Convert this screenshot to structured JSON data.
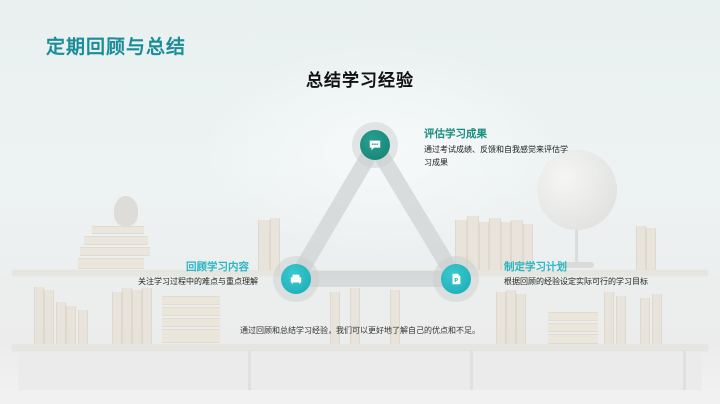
{
  "page": {
    "title": "定期回顾与总结",
    "section_title": "总结学习经验"
  },
  "nodes": [
    {
      "position": "top",
      "icon": "chat-bubble-icon",
      "title": "评估学习成果",
      "description": "通过考试成绩、反馈和自我感觉来评估学习成果"
    },
    {
      "position": "bottom-left",
      "icon": "sofa-icon",
      "title": "回顾学习内容",
      "description": "关注学习过程中的难点与重点理解"
    },
    {
      "position": "bottom-right",
      "icon": "document-icon",
      "title": "制定学习计划",
      "description": "根据回顾的经验设定实际可行的学习目标"
    }
  ],
  "summary": "通过回顾和总结学习经验，我们可以更好地了解自己的优点和不足。",
  "colors": {
    "title": "#1a8d98",
    "node_top": "#178a7d",
    "node_bottom": "#20b2bc",
    "label_top": "#1a8d80",
    "label_bottom": "#2bb6c3",
    "connector": "#d6d9d9"
  }
}
